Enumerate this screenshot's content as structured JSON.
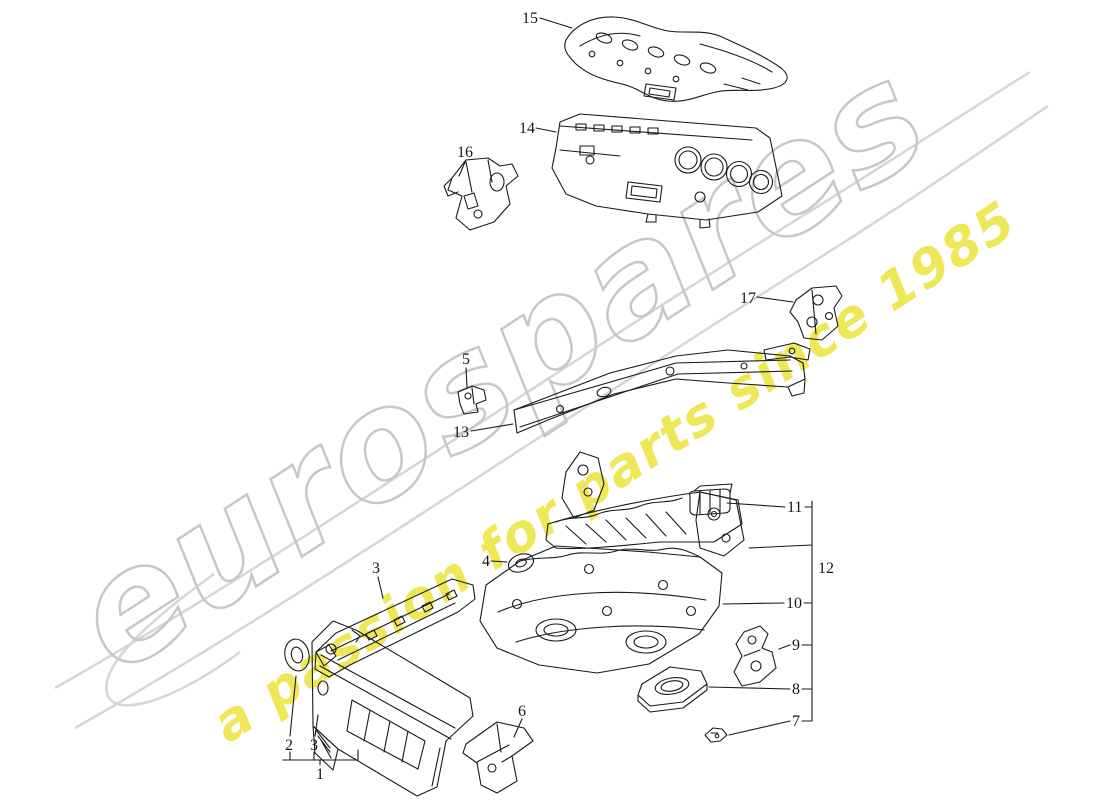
{
  "watermark": {
    "brand": "eurospares",
    "tagline": "a passion for parts since 1985",
    "brand_outline_color": "#c7c7c7",
    "tagline_color": "#ece43c",
    "swoosh_color": "#d6d6d6"
  },
  "diagram": {
    "line_color": "#1a1a1a",
    "background_color": "#ffffff"
  },
  "callouts": [
    {
      "num": "15"
    },
    {
      "num": "14"
    },
    {
      "num": "16"
    },
    {
      "num": "17"
    },
    {
      "num": "5"
    },
    {
      "num": "13"
    },
    {
      "num": "11"
    },
    {
      "num": "12"
    },
    {
      "num": "4"
    },
    {
      "num": "3"
    },
    {
      "num": "10"
    },
    {
      "num": "9"
    },
    {
      "num": "8"
    },
    {
      "num": "7"
    },
    {
      "num": "2"
    },
    {
      "num": "3"
    },
    {
      "num": "1"
    },
    {
      "num": "6"
    }
  ]
}
